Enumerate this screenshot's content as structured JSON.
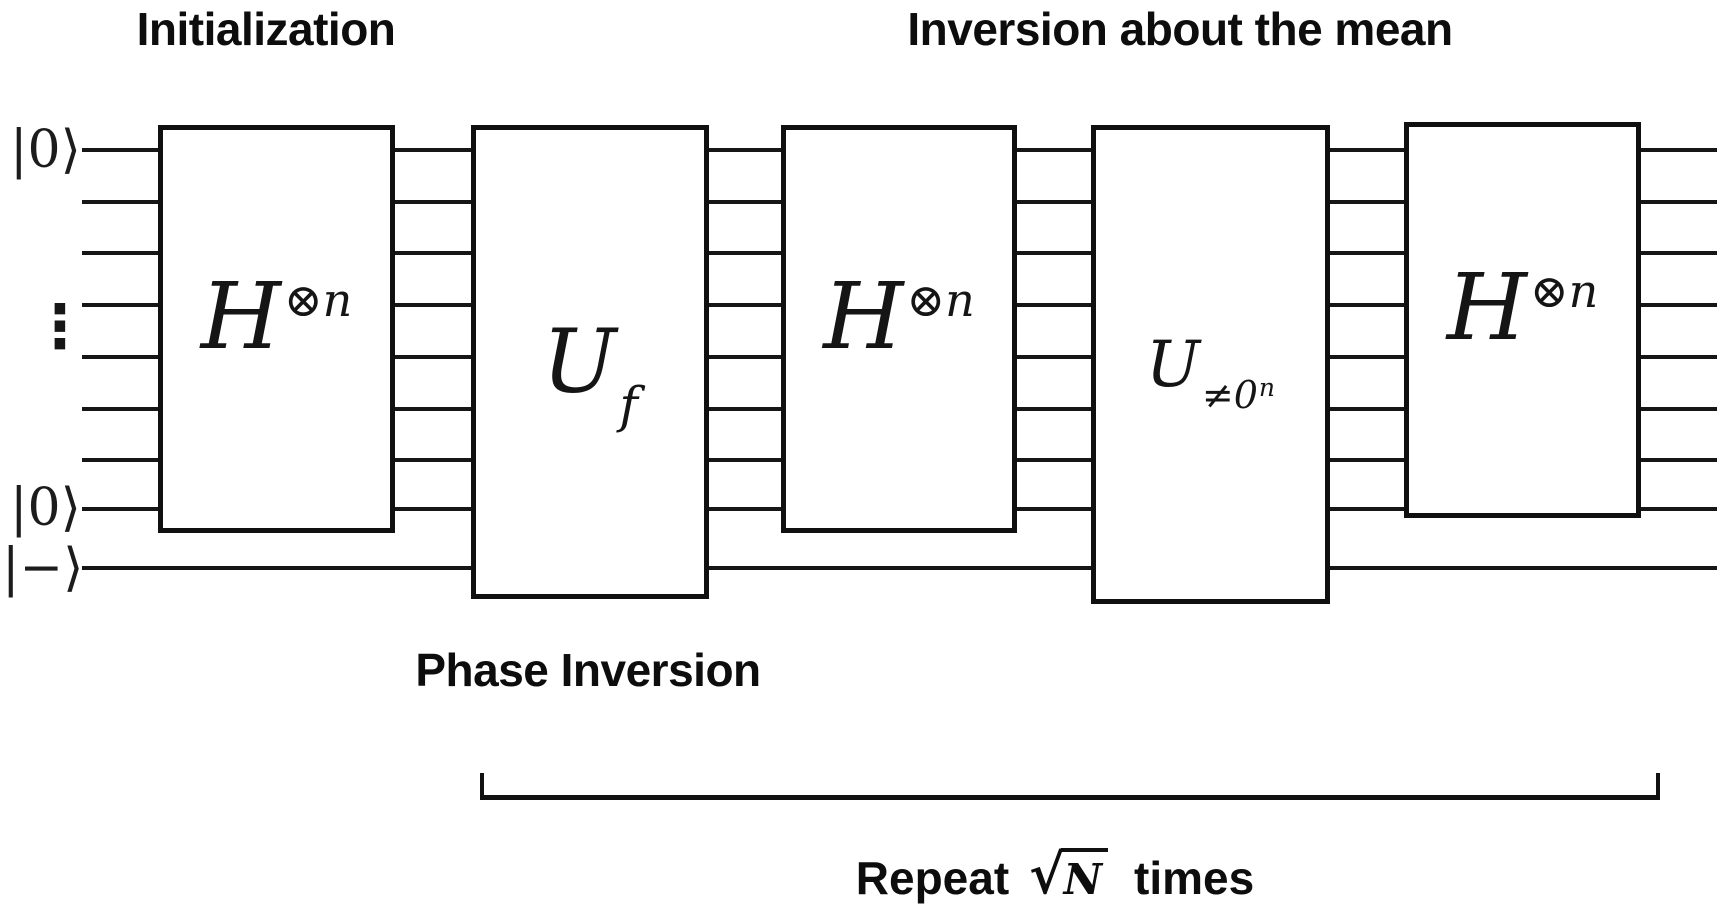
{
  "titles": {
    "initialization": "Initialization",
    "inversion_about_mean": "Inversion about the mean",
    "phase_inversion": "Phase Inversion"
  },
  "wire_labels": {
    "input_top": "|0⟩",
    "vertical_ellipsis": "⋮",
    "input_bottom": "|0⟩",
    "ancilla": "|−⟩"
  },
  "gates": {
    "h1": {
      "base": "H",
      "superscript": "⊗n"
    },
    "uf": {
      "base": "U",
      "subscript": "f"
    },
    "h2": {
      "base": "H",
      "superscript": "⊗n"
    },
    "u_flip": {
      "base": "U",
      "subscript_main": "≠0",
      "subscript_superscript": "n"
    },
    "h3": {
      "base": "H",
      "superscript": "⊗n"
    }
  },
  "repeat_caption": {
    "prefix": "Repeat",
    "radical": "√",
    "radicand": "N",
    "suffix": "times"
  },
  "colors": {
    "ink": "#111111",
    "background": "#ffffff"
  }
}
